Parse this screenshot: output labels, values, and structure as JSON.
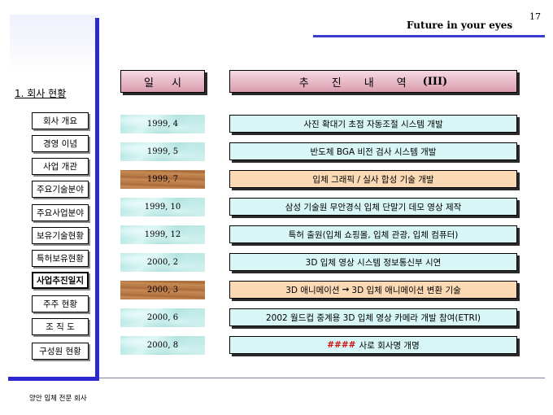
{
  "header": {
    "title": "Future in your eyes",
    "page_number": "17"
  },
  "section_title": "1. 회사 현황",
  "menu": [
    {
      "label": "회사 개요"
    },
    {
      "label": "경영 이념"
    },
    {
      "label": "사업 개관"
    },
    {
      "label": "주요기술분야"
    },
    {
      "label": "주요사업분야"
    },
    {
      "label": "보유기술현황"
    },
    {
      "label": "특허보유현황"
    },
    {
      "label": "사업추진일지",
      "active": true
    },
    {
      "label": "주주 현황"
    },
    {
      "label": "조 직 도"
    },
    {
      "label": "구성원 현황"
    }
  ],
  "table": {
    "date_header": "일시",
    "content_header": "추진내역",
    "content_header_suffix": "(III)",
    "rows": [
      {
        "date": "1999, 4",
        "content": "사진 확대기  초점 자동조절 시스템 개발",
        "style": "water"
      },
      {
        "date": "1999, 5",
        "content": "반도체 BGA 비전 검사 시스템 개발",
        "style": "water"
      },
      {
        "date": "1999, 7",
        "content": "입체 그래픽 / 실사  합성 기술 개발",
        "style": "wood"
      },
      {
        "date": "1999, 10",
        "content": "삼성 기술원 무안경식 입체 단말기 데모 영상 제작",
        "style": "water"
      },
      {
        "date": "1999, 12",
        "content": "특허 출원(입체 쇼핑몰, 입체 관광, 입체 컴퓨터)",
        "style": "water"
      },
      {
        "date": "2000, 2",
        "content": "3D 입체 영상 시스템 정보통신부 시연",
        "style": "water"
      },
      {
        "date": "2000, 3",
        "content_a": "3D 애니메이션",
        "content_arrow": "→",
        "content_b": "3D 입체 애니메이션 변환 기술",
        "style": "wood"
      },
      {
        "date": "2000, 6",
        "content": "2002 월드컵 중계용 3D 입체 영상 카메라 개발 참여(ETRI)",
        "style": "water"
      },
      {
        "date": "2000, 8",
        "content_hash": "####",
        "content": "사로 회사명 개명",
        "style": "water"
      }
    ]
  },
  "footer": "양안 입체 전문 회사"
}
